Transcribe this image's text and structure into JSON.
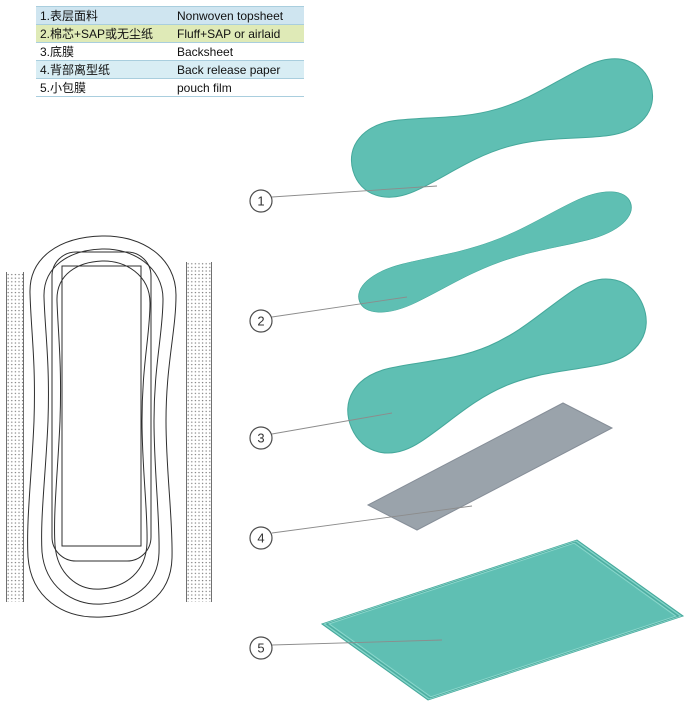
{
  "legend": {
    "rows": [
      {
        "cn": "1.表层面料",
        "en": "Nonwoven topsheet",
        "bg": "#cfe5f0"
      },
      {
        "cn": "2.棉芯+SAP或无尘纸",
        "en": "Fluff+SAP or airlaid",
        "bg": "#dfeab7"
      },
      {
        "cn": "3.底膜",
        "en": "Backsheet",
        "bg": "#ffffff"
      },
      {
        "cn": "4.背部离型纸",
        "en": "Back release paper",
        "bg": "#d8edf4"
      },
      {
        "cn": "5.小包膜",
        "en": "pouch film",
        "bg": "#ffffff"
      }
    ]
  },
  "markers": [
    {
      "label": "1"
    },
    {
      "label": "2"
    },
    {
      "label": "3"
    },
    {
      "label": "4"
    },
    {
      "label": "5"
    }
  ],
  "colors": {
    "teal": "#5fbfb3",
    "teal_edge_light": "#8ed8cd",
    "teal_edge_dark": "#49a89b",
    "gray": "#9aa3ab",
    "legend_border": "#a9cede"
  }
}
